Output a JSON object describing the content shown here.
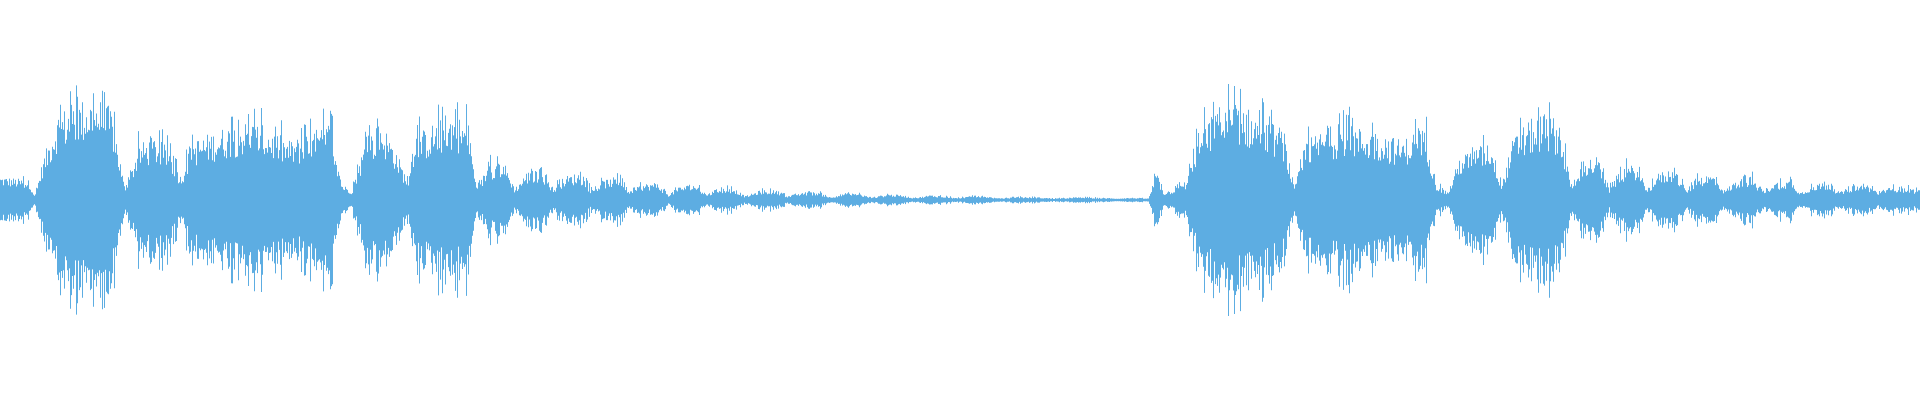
{
  "waveform": {
    "color": "#5dade2",
    "background": "#ffffff",
    "envelope": [
      [
        0.0,
        0.12
      ],
      [
        0.015,
        0.1
      ],
      [
        0.018,
        0.02
      ],
      [
        0.022,
        0.2
      ],
      [
        0.03,
        0.44
      ],
      [
        0.04,
        0.5
      ],
      [
        0.05,
        0.52
      ],
      [
        0.058,
        0.46
      ],
      [
        0.065,
        0.05
      ],
      [
        0.072,
        0.28
      ],
      [
        0.08,
        0.32
      ],
      [
        0.088,
        0.26
      ],
      [
        0.094,
        0.12
      ],
      [
        0.1,
        0.3
      ],
      [
        0.11,
        0.34
      ],
      [
        0.12,
        0.38
      ],
      [
        0.13,
        0.4
      ],
      [
        0.14,
        0.36
      ],
      [
        0.15,
        0.3
      ],
      [
        0.165,
        0.34
      ],
      [
        0.172,
        0.4
      ],
      [
        0.178,
        0.08
      ],
      [
        0.183,
        0.05
      ],
      [
        0.19,
        0.3
      ],
      [
        0.198,
        0.4
      ],
      [
        0.205,
        0.28
      ],
      [
        0.212,
        0.1
      ],
      [
        0.218,
        0.34
      ],
      [
        0.228,
        0.4
      ],
      [
        0.236,
        0.44
      ],
      [
        0.244,
        0.38
      ],
      [
        0.248,
        0.05
      ],
      [
        0.254,
        0.18
      ],
      [
        0.262,
        0.2
      ],
      [
        0.268,
        0.06
      ],
      [
        0.274,
        0.14
      ],
      [
        0.282,
        0.16
      ],
      [
        0.288,
        0.06
      ],
      [
        0.294,
        0.12
      ],
      [
        0.302,
        0.14
      ],
      [
        0.308,
        0.05
      ],
      [
        0.314,
        0.1
      ],
      [
        0.322,
        0.12
      ],
      [
        0.328,
        0.04
      ],
      [
        0.334,
        0.08
      ],
      [
        0.342,
        0.09
      ],
      [
        0.348,
        0.03
      ],
      [
        0.354,
        0.07
      ],
      [
        0.362,
        0.08
      ],
      [
        0.368,
        0.03
      ],
      [
        0.374,
        0.06
      ],
      [
        0.382,
        0.06
      ],
      [
        0.388,
        0.02
      ],
      [
        0.396,
        0.05
      ],
      [
        0.404,
        0.05
      ],
      [
        0.41,
        0.02
      ],
      [
        0.418,
        0.04
      ],
      [
        0.426,
        0.04
      ],
      [
        0.432,
        0.015
      ],
      [
        0.44,
        0.035
      ],
      [
        0.448,
        0.03
      ],
      [
        0.454,
        0.012
      ],
      [
        0.462,
        0.03
      ],
      [
        0.47,
        0.025
      ],
      [
        0.476,
        0.01
      ],
      [
        0.484,
        0.025
      ],
      [
        0.492,
        0.02
      ],
      [
        0.498,
        0.01
      ],
      [
        0.506,
        0.02
      ],
      [
        0.514,
        0.018
      ],
      [
        0.52,
        0.008
      ],
      [
        0.53,
        0.016
      ],
      [
        0.54,
        0.014
      ],
      [
        0.55,
        0.008
      ],
      [
        0.56,
        0.014
      ],
      [
        0.57,
        0.012
      ],
      [
        0.58,
        0.008
      ],
      [
        0.59,
        0.012
      ],
      [
        0.598,
        0.008
      ],
      [
        0.602,
        0.14
      ],
      [
        0.606,
        0.04
      ],
      [
        0.612,
        0.06
      ],
      [
        0.618,
        0.1
      ],
      [
        0.624,
        0.34
      ],
      [
        0.632,
        0.44
      ],
      [
        0.638,
        0.46
      ],
      [
        0.646,
        0.5
      ],
      [
        0.652,
        0.44
      ],
      [
        0.66,
        0.4
      ],
      [
        0.668,
        0.36
      ],
      [
        0.674,
        0.06
      ],
      [
        0.68,
        0.3
      ],
      [
        0.69,
        0.36
      ],
      [
        0.7,
        0.38
      ],
      [
        0.71,
        0.36
      ],
      [
        0.72,
        0.34
      ],
      [
        0.73,
        0.3
      ],
      [
        0.742,
        0.38
      ],
      [
        0.748,
        0.08
      ],
      [
        0.754,
        0.04
      ],
      [
        0.76,
        0.22
      ],
      [
        0.768,
        0.26
      ],
      [
        0.776,
        0.3
      ],
      [
        0.782,
        0.08
      ],
      [
        0.788,
        0.32
      ],
      [
        0.796,
        0.4
      ],
      [
        0.804,
        0.44
      ],
      [
        0.812,
        0.4
      ],
      [
        0.818,
        0.08
      ],
      [
        0.824,
        0.2
      ],
      [
        0.832,
        0.22
      ],
      [
        0.838,
        0.06
      ],
      [
        0.844,
        0.16
      ],
      [
        0.852,
        0.18
      ],
      [
        0.858,
        0.06
      ],
      [
        0.864,
        0.14
      ],
      [
        0.872,
        0.16
      ],
      [
        0.878,
        0.05
      ],
      [
        0.884,
        0.12
      ],
      [
        0.892,
        0.13
      ],
      [
        0.898,
        0.05
      ],
      [
        0.904,
        0.1
      ],
      [
        0.912,
        0.12
      ],
      [
        0.918,
        0.05
      ],
      [
        0.924,
        0.09
      ],
      [
        0.932,
        0.1
      ],
      [
        0.938,
        0.04
      ],
      [
        0.944,
        0.08
      ],
      [
        0.952,
        0.09
      ],
      [
        0.958,
        0.04
      ],
      [
        0.964,
        0.07
      ],
      [
        0.972,
        0.08
      ],
      [
        0.978,
        0.04
      ],
      [
        0.986,
        0.07
      ],
      [
        0.994,
        0.06
      ],
      [
        1.0,
        0.05
      ]
    ]
  }
}
